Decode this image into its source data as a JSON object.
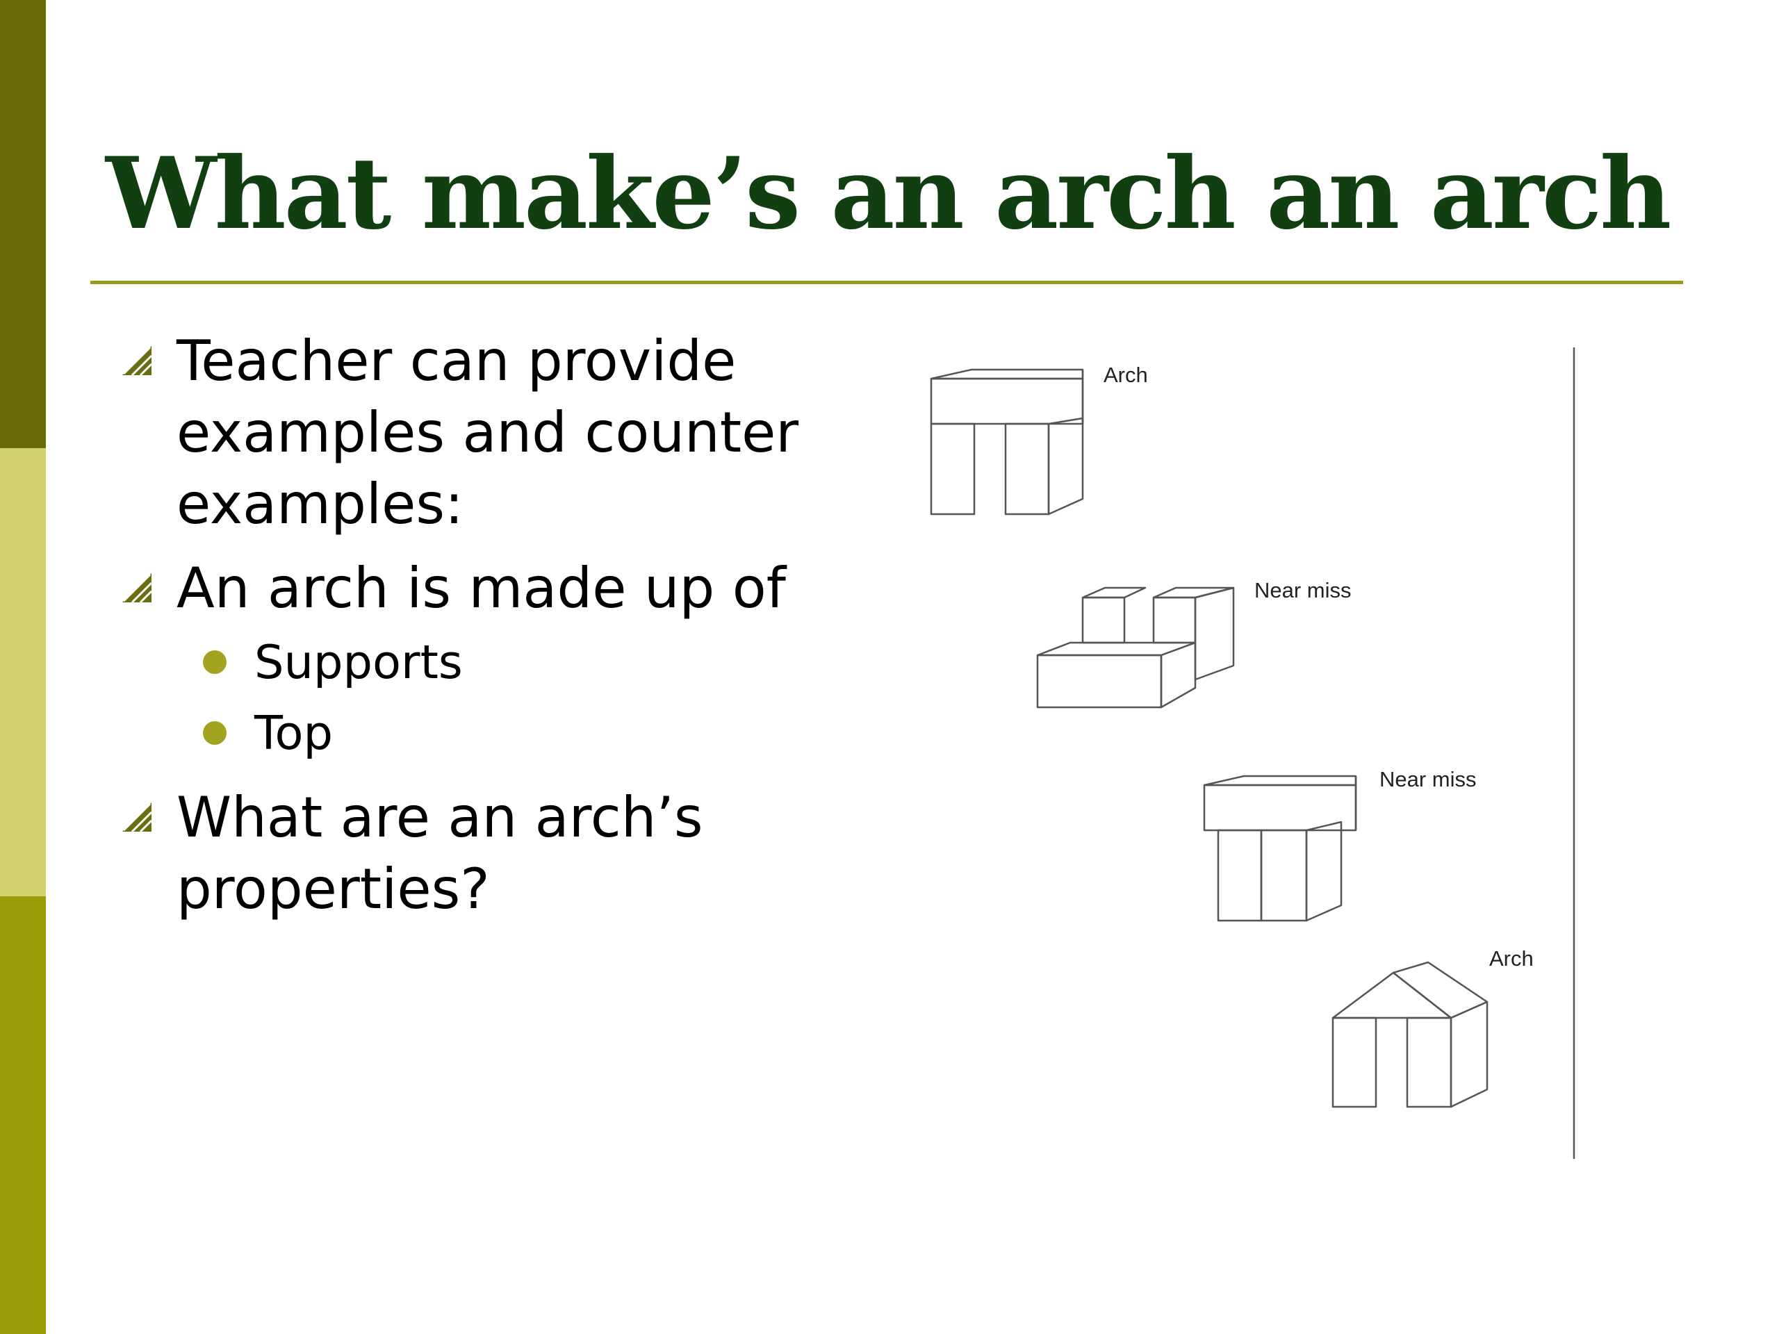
{
  "slide": {
    "title": "What make’s an arch an arch",
    "bullets": [
      {
        "text": "Teacher can provide examples and counter examples:",
        "icon": "hatched-triangle-icon"
      },
      {
        "text": "An arch is made up of",
        "icon": "hatched-triangle-icon"
      },
      {
        "text": "What are an arch’s properties?",
        "icon": "hatched-triangle-icon"
      }
    ],
    "sub_bullets": [
      "Supports",
      "Top"
    ]
  },
  "figure": {
    "labels": [
      "Arch",
      "Near miss",
      "Near miss",
      "Arch"
    ]
  },
  "colors": {
    "title": "#113f12",
    "rule": "#9a9a1a",
    "strip_top": "#676b05",
    "strip_mid": "#d1d16d",
    "strip_bottom": "#9b9c05",
    "bullet_accent": "#969a1c",
    "sub_dot": "#a2a321"
  }
}
